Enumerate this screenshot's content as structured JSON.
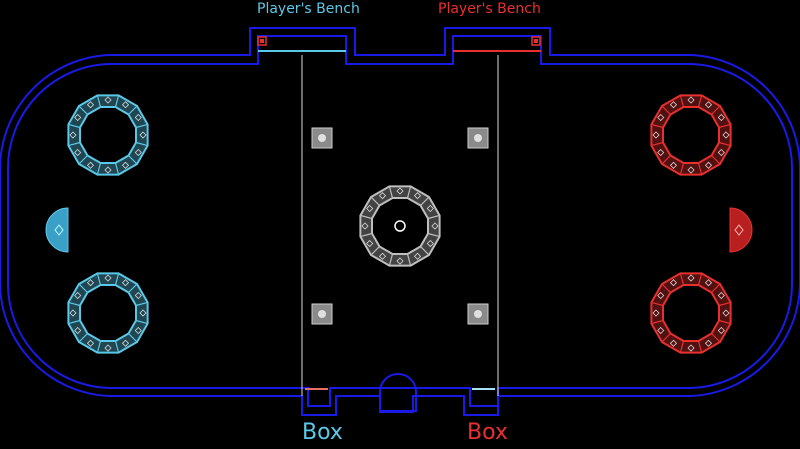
{
  "labels": {
    "bench_left": "Player's  Bench",
    "bench_right": "Player's  Bench",
    "box_left": "Box",
    "box_right": "Box"
  },
  "colors": {
    "background": "#000000",
    "rink_outline": "#1a1ae6",
    "blue_team": "#5bc8e8",
    "red_team": "#e83030",
    "neutral": "#bfbfbf",
    "divider_line": "#d9d9d9",
    "center_dot": "#ffffff"
  },
  "icons": {
    "faceoff_ring": "dotted-octagon-ring-icon",
    "faceoff_dot": "square-faceoff-dot-icon",
    "goal": "half-circle-goal-icon",
    "bench_marker": "square-bench-marker-icon"
  },
  "zones": {
    "blue": {
      "faceoff_circles": 2,
      "goals": 1
    },
    "neutral": {
      "faceoff_circles": 1,
      "faceoff_dots": 4
    },
    "red": {
      "faceoff_circles": 2,
      "goals": 1
    }
  }
}
